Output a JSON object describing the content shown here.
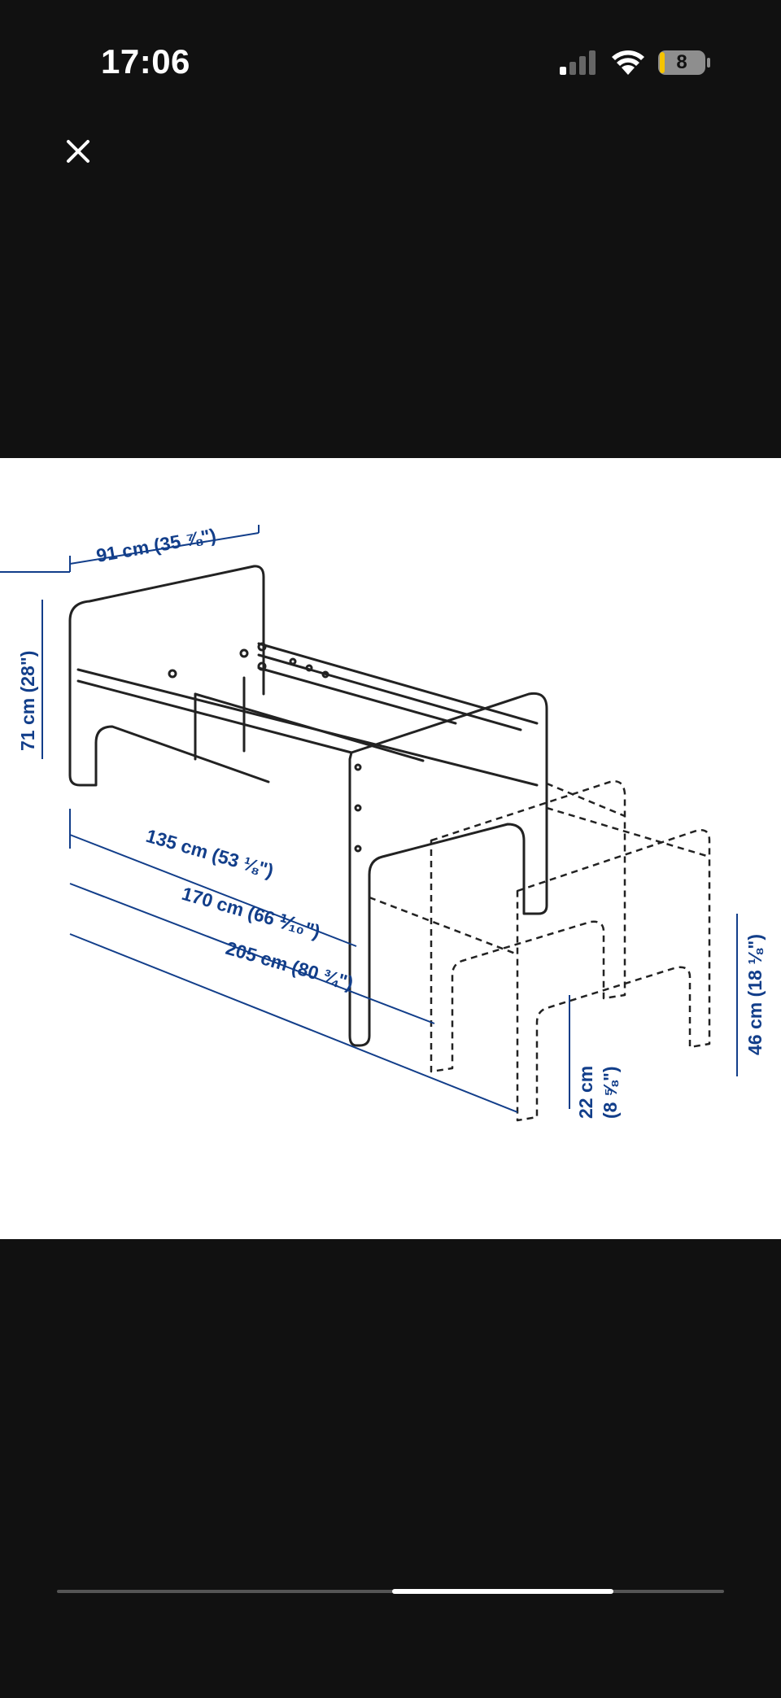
{
  "status_bar": {
    "time": "17:06",
    "battery_level": "8"
  },
  "viewer": {
    "close_icon": "close-icon"
  },
  "diagram": {
    "width_label": "91 cm (35 ⅞\")",
    "height_label": "71 cm (28\")",
    "length_1_label": "135 cm (53 ⅛\")",
    "length_2_label": "170 cm (66 ⅟₁₀\")",
    "length_3_label": "205 cm (80 ¾\")",
    "side_height_label": "46 cm (18 ⅛\")",
    "clearance_label_1": "22 cm",
    "clearance_label_2": "(8 ⅝\")",
    "dimension_color": "#123e8a",
    "line_color": "#222222"
  },
  "carousel": {
    "total": 3,
    "active": 2
  }
}
